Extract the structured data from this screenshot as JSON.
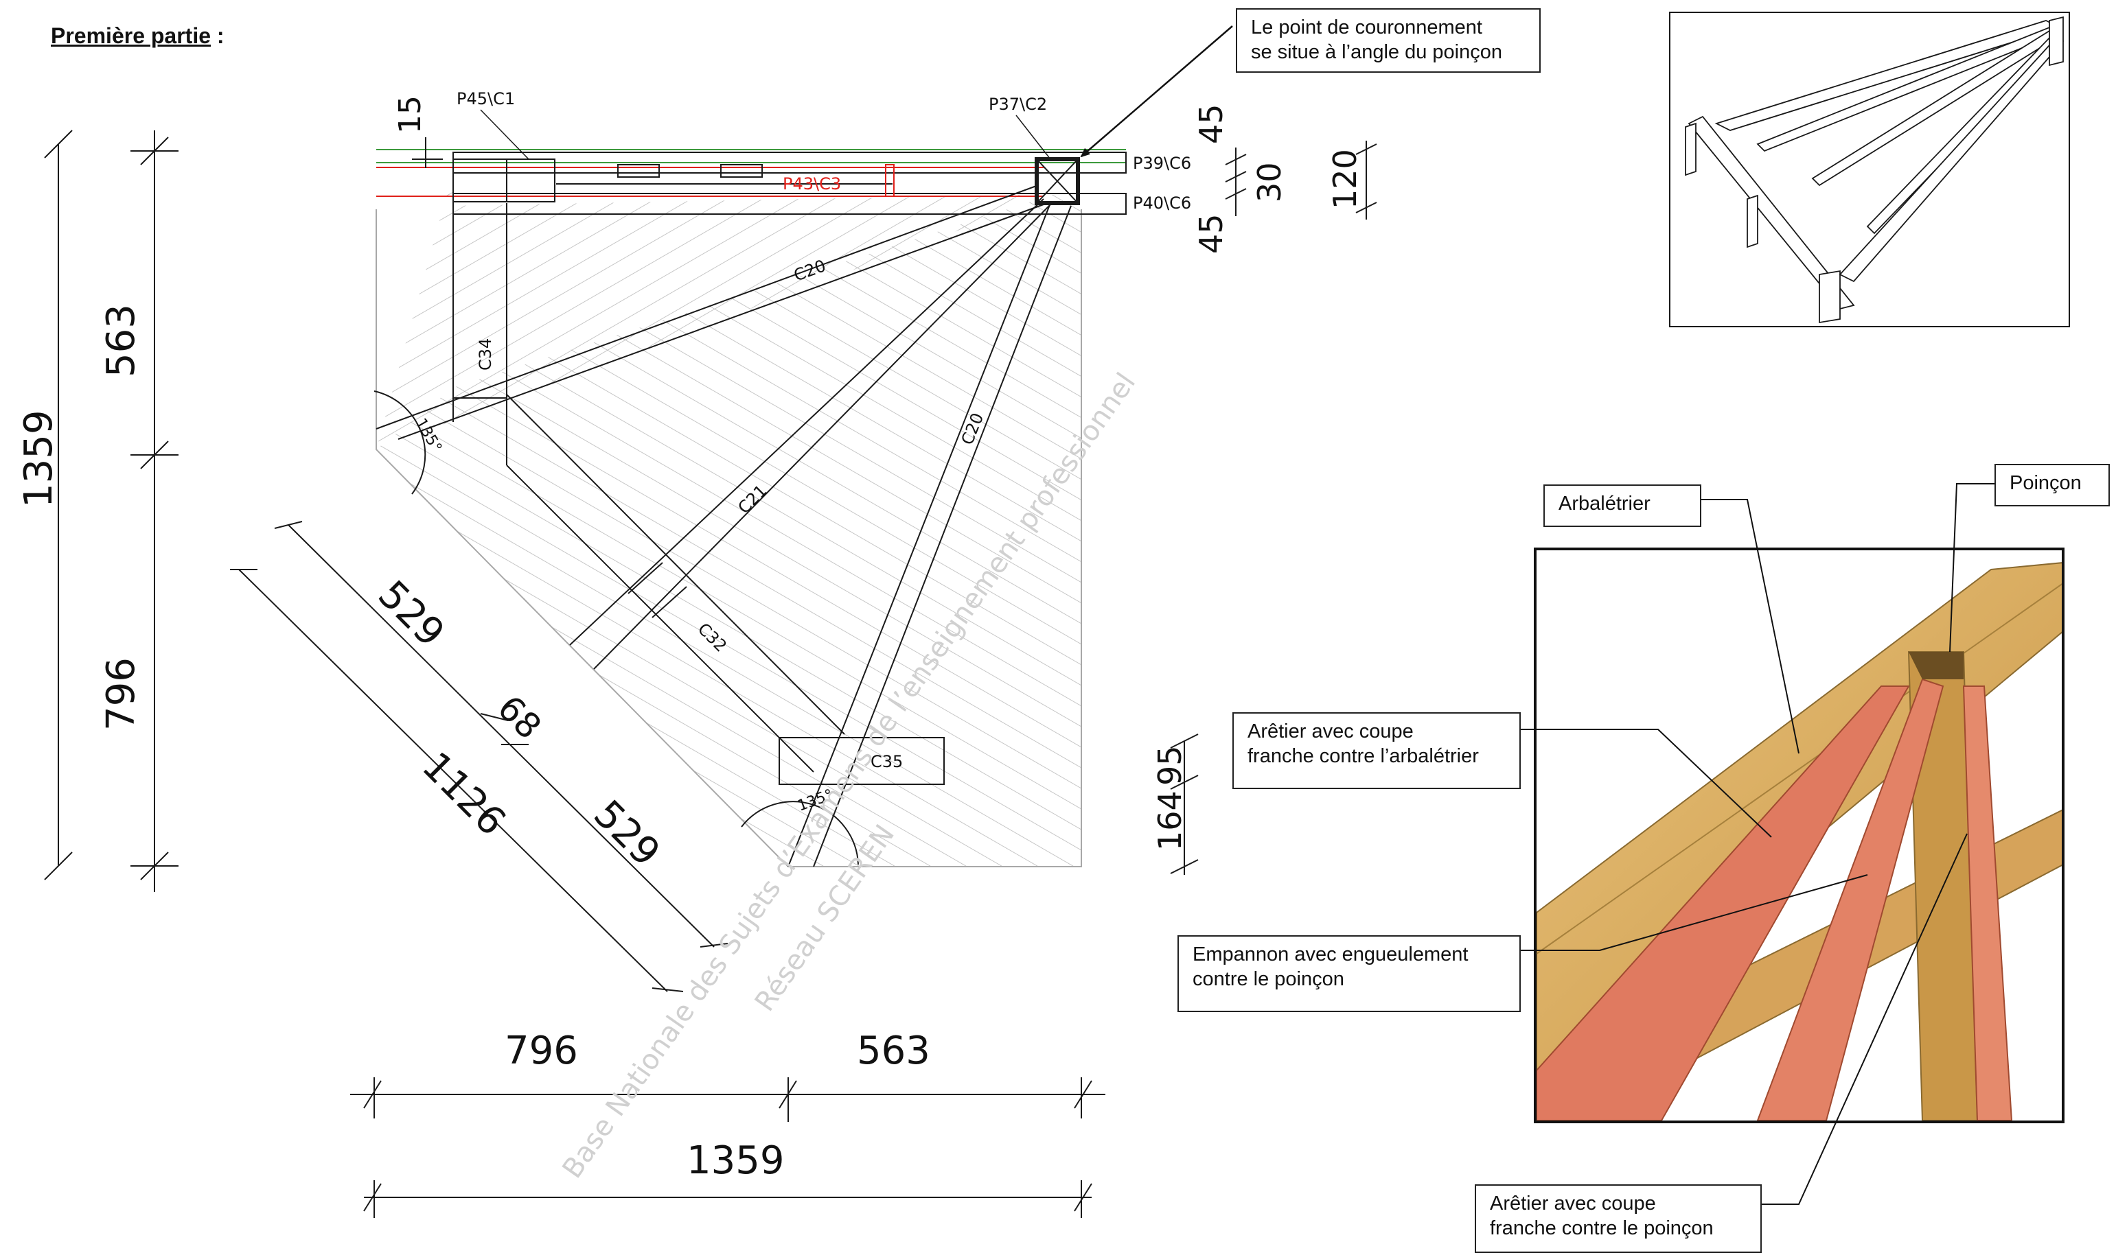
{
  "section_title": "Première partie",
  "section_title_suffix": " :",
  "callouts": {
    "couronnement": [
      "Le point de couronnement",
      "se situe à l’angle du poinçon"
    ],
    "arbaletrier": "Arbalétrier",
    "poincon": "Poinçon",
    "aretier_arbaletrier": [
      "Arêtier avec coupe",
      "franche contre l’arbalétrier"
    ],
    "empannon": [
      "Empannon avec engueulement",
      "contre le poinçon"
    ],
    "aretier_poincon": [
      "Arêtier avec coupe",
      "franche contre le poinçon"
    ]
  },
  "plan_labels": {
    "p45": "P45\\C1",
    "p37": "P37\\C2",
    "p39": "P39\\C6",
    "p40": "P40\\C6",
    "p43": "P43\\C3",
    "c20_top": "C20",
    "c20_diag": "C20",
    "c21": "C21",
    "c32": "C32",
    "c34": "C34",
    "c35": "C35",
    "angle_left": "135°",
    "angle_bottom": "135°"
  },
  "dimensions": {
    "d15": "15",
    "d45_top": "45",
    "d30": "30",
    "d45_bot": "45",
    "d120": "120",
    "left_total": "1359",
    "left_upper": "563",
    "left_lower": "796",
    "diag_529a": "529",
    "diag_68": "68",
    "diag_529b": "529",
    "diag_1126": "1126",
    "mid_95": "95",
    "mid_164": "164",
    "bottom_796": "796",
    "bottom_563": "563",
    "bottom_total": "1359"
  },
  "watermark": [
    "Base Nationale des Sujets d’Examens de l’enseignement professionnel",
    "Réseau SCEREN"
  ],
  "colors": {
    "line": "#1a1a1a",
    "red": "#e0201a",
    "green": "#3c9a3c",
    "wood": "#dfb064",
    "wood_dark": "#b8863c",
    "hip_red": "#e07a60",
    "watermark": "#d2d2d2"
  }
}
